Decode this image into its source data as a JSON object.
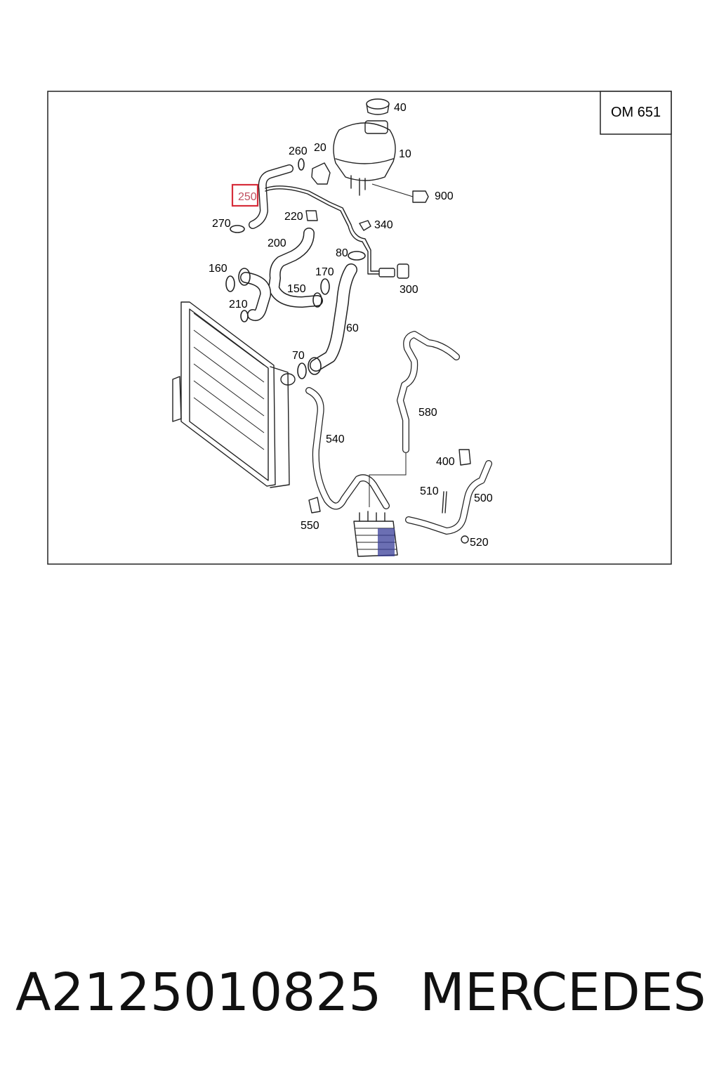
{
  "diagram": {
    "model_label": "OM 651",
    "highlighted_part": "250",
    "labels": {
      "p40": "40",
      "p10": "10",
      "p260": "260",
      "p20": "20",
      "p250": "250",
      "p900": "900",
      "p270": "270",
      "p220": "220",
      "p340": "340",
      "p200": "200",
      "p80": "80",
      "p160": "160",
      "p170": "170",
      "p150": "150",
      "p300": "300",
      "p210": "210",
      "p60": "60",
      "p70": "70",
      "p580": "580",
      "p540": "540",
      "p400": "400",
      "p510": "510",
      "p500": "500",
      "p550": "550",
      "p520": "520"
    },
    "highlight_color": "#d62d3a"
  },
  "footer": {
    "part_number": "A2125010825",
    "brand": "MERCEDES"
  }
}
